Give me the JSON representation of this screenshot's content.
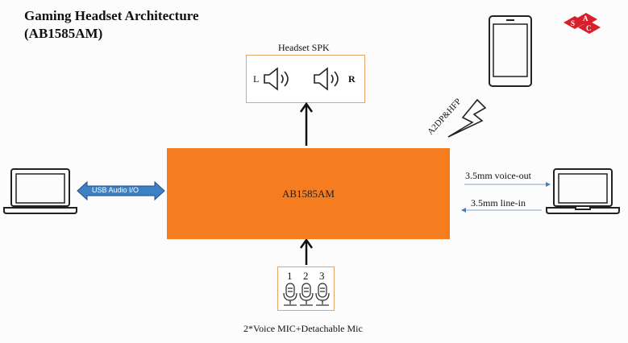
{
  "title_line1": "Gaming Headset Architecture",
  "title_line2": "(AB1585AM)",
  "speaker": {
    "label": "Headset SPK",
    "left": "L",
    "right": "R"
  },
  "chip": {
    "label": "AB1585AM"
  },
  "usb": {
    "label": "USB Audio I/O"
  },
  "bluetooth": {
    "label": "A2DP&HFP"
  },
  "jack": {
    "out_label": "3.5mm voice-out",
    "in_label": "3.5mm line-in"
  },
  "mics": {
    "numbers": [
      "1",
      "2",
      "3"
    ],
    "label": "2*Voice MIC+Detachable Mic"
  },
  "logo": {
    "letters": "SAC"
  },
  "colors": {
    "chip": "#f67d1f",
    "box_border": "#e2a468",
    "usb_arrow": "#3f7fc4",
    "logo": "#d8202a"
  }
}
